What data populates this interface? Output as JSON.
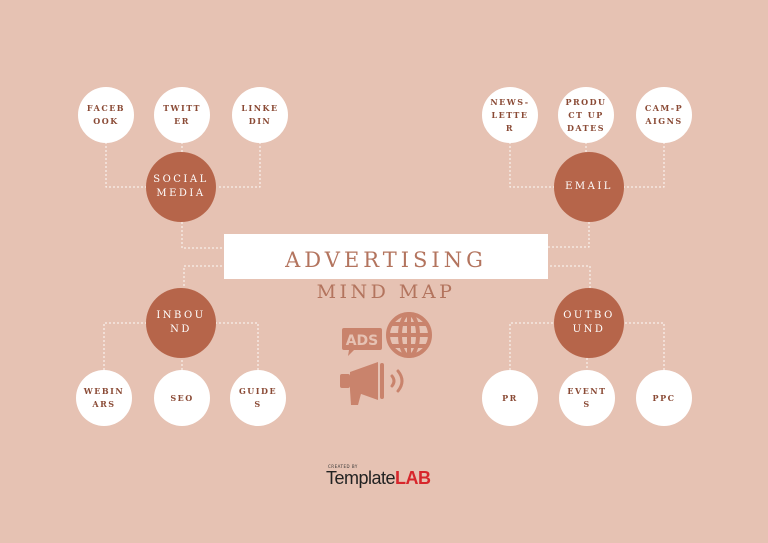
{
  "title": "ADVERTISING",
  "subtitle": "MIND MAP",
  "hubs": {
    "social_media": "SOCIAL MEDIA",
    "email": "EMAIL",
    "inbound": "INBOUND",
    "outbound": "OUTBOUND"
  },
  "leaves": {
    "facebook": "FACEBOOK",
    "twitter": "TWITTER",
    "linkedin": "LINKEDIN",
    "newsletter": "NEWS-LETTER",
    "product_updates": "PRODUCT UPDATES",
    "campaigns": "CAM-PAIGNS",
    "webinars": "WEBINARS",
    "seo": "SEO",
    "guides": "GUIDES",
    "pr": "PR",
    "events": "EVENTS",
    "ppc": "PPC"
  },
  "icons": {
    "ads_badge_text": "ADS",
    "globe": "globe-icon",
    "megaphone": "megaphone-icon"
  },
  "brand": {
    "created_by": "CREATED BY",
    "name_part1": "Template",
    "name_part2": "LAB"
  },
  "colors": {
    "background": "#e6c2b3",
    "hub": "#b6654a",
    "leaf": "#ffffff",
    "accent_text": "#b3745e"
  }
}
